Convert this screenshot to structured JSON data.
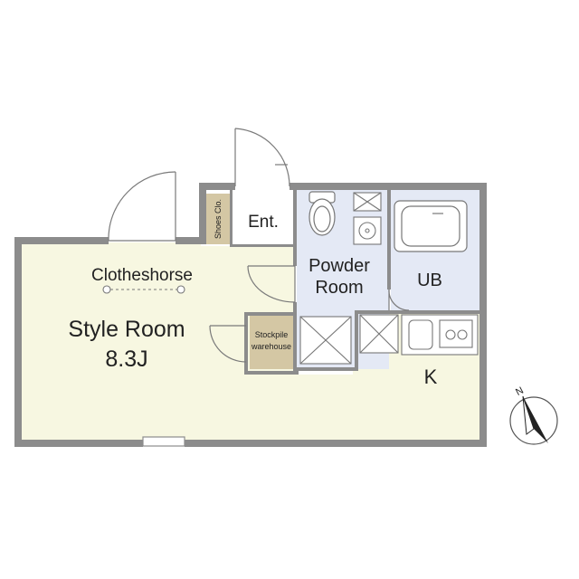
{
  "rooms": {
    "style_room": {
      "name": "Style Room",
      "size": "8.3J"
    },
    "clotheshorse": "Clotheshorse",
    "entrance": "Ent.",
    "shoes_closet": "Shoes Clo.",
    "stockpile": {
      "line1": "Stockpile",
      "line2": "warehouse"
    },
    "powder_room": {
      "line1": "Powder",
      "line2": "Room"
    },
    "unit_bath": "UB",
    "kitchen": "K"
  },
  "compass": {
    "label": "N"
  },
  "colors": {
    "wall": "#8c8c8c",
    "living_floor": "#f7f7e1",
    "wet_floor": "#e4e9f5",
    "storage_floor": "#d4c7a4",
    "entrance_floor": "#ffffff"
  }
}
